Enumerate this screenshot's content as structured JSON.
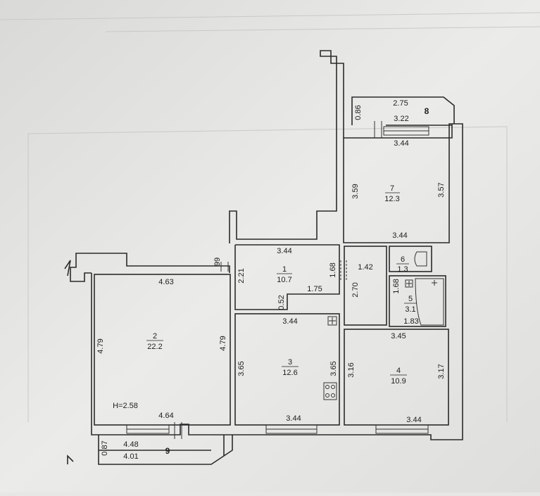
{
  "rooms": [
    {
      "number": "1",
      "area": "10.7"
    },
    {
      "number": "2",
      "area": "22.2"
    },
    {
      "number": "3",
      "area": "12.6"
    },
    {
      "number": "4",
      "area": "10.9"
    },
    {
      "number": "5",
      "area": "3.1"
    },
    {
      "number": "6",
      "area": "1.3"
    },
    {
      "number": "7",
      "area": "12.3"
    },
    {
      "number": "8",
      "area": ""
    },
    {
      "number": "9",
      "area": ""
    }
  ],
  "dimensions": {
    "d2_75": "2.75",
    "d0_86": "0.86",
    "d3_22": "3.22",
    "d7_top": "3.44",
    "d7_left": "3.59",
    "d7_right": "3.57",
    "d7_bottom": "3.44",
    "d1_top": "3.44",
    "d1_left": "2.21",
    "d1_right": "1.68",
    "d1_inner": "1.75",
    "d1_ledge": "0.52",
    "d99": "99",
    "d1_42": "1.42",
    "d2_70": "2.70",
    "d5_168": "1.68",
    "d5_183": "1.83",
    "d2_top": "4.63",
    "d2_left": "4.79",
    "d2_right": "4.79",
    "d2_bottom": "4.64",
    "height": "H=2.58",
    "d3_top": "3.44",
    "d3_left": "3.65",
    "d3_right": "3.65",
    "d3_bottom": "3.44",
    "d4_top": "3.45",
    "d4_left": "3.16",
    "d4_right": "3.17",
    "d4_bottom": "3.44",
    "d9_top": "4.48",
    "d9_bottom": "4.01",
    "d9_side": "0.87"
  }
}
